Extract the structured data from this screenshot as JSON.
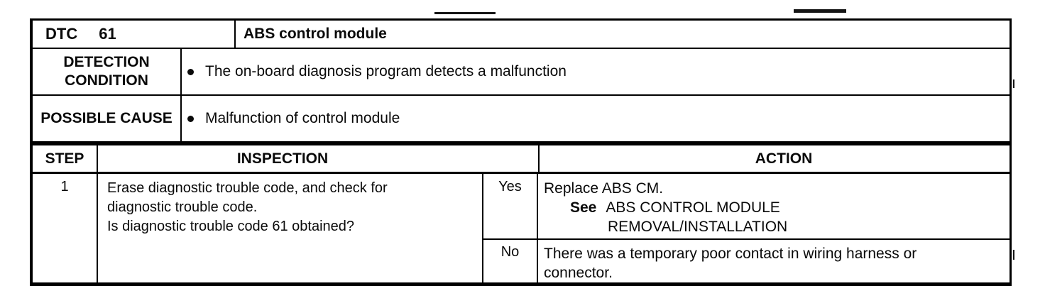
{
  "dtc": {
    "label": "DTC",
    "code": "61",
    "title": "ABS control module"
  },
  "detection": {
    "label": "DETECTION CONDITION",
    "text": "The on-board diagnosis program detects a malfunction"
  },
  "cause": {
    "label": "POSSIBLE CAUSE",
    "text": "Malfunction of control module"
  },
  "icons": {
    "bullet": "●"
  },
  "steps": {
    "headers": {
      "step": "STEP",
      "inspection": "INSPECTION",
      "action": "ACTION"
    },
    "rows": [
      {
        "step": "1",
        "inspection_lines": [
          "Erase diagnostic trouble code, and check for",
          "diagnostic trouble code.",
          "Is diagnostic trouble code 61 obtained?"
        ],
        "yes": {
          "label": "Yes",
          "line1": "Replace ABS CM.",
          "see_label": "See",
          "see_target": "ABS CONTROL MODULE",
          "see_target_line2": "REMOVAL/INSTALLATION"
        },
        "no": {
          "label": "No",
          "lines": [
            "There was a temporary poor contact in wiring harness or",
            "connector."
          ]
        }
      }
    ]
  }
}
